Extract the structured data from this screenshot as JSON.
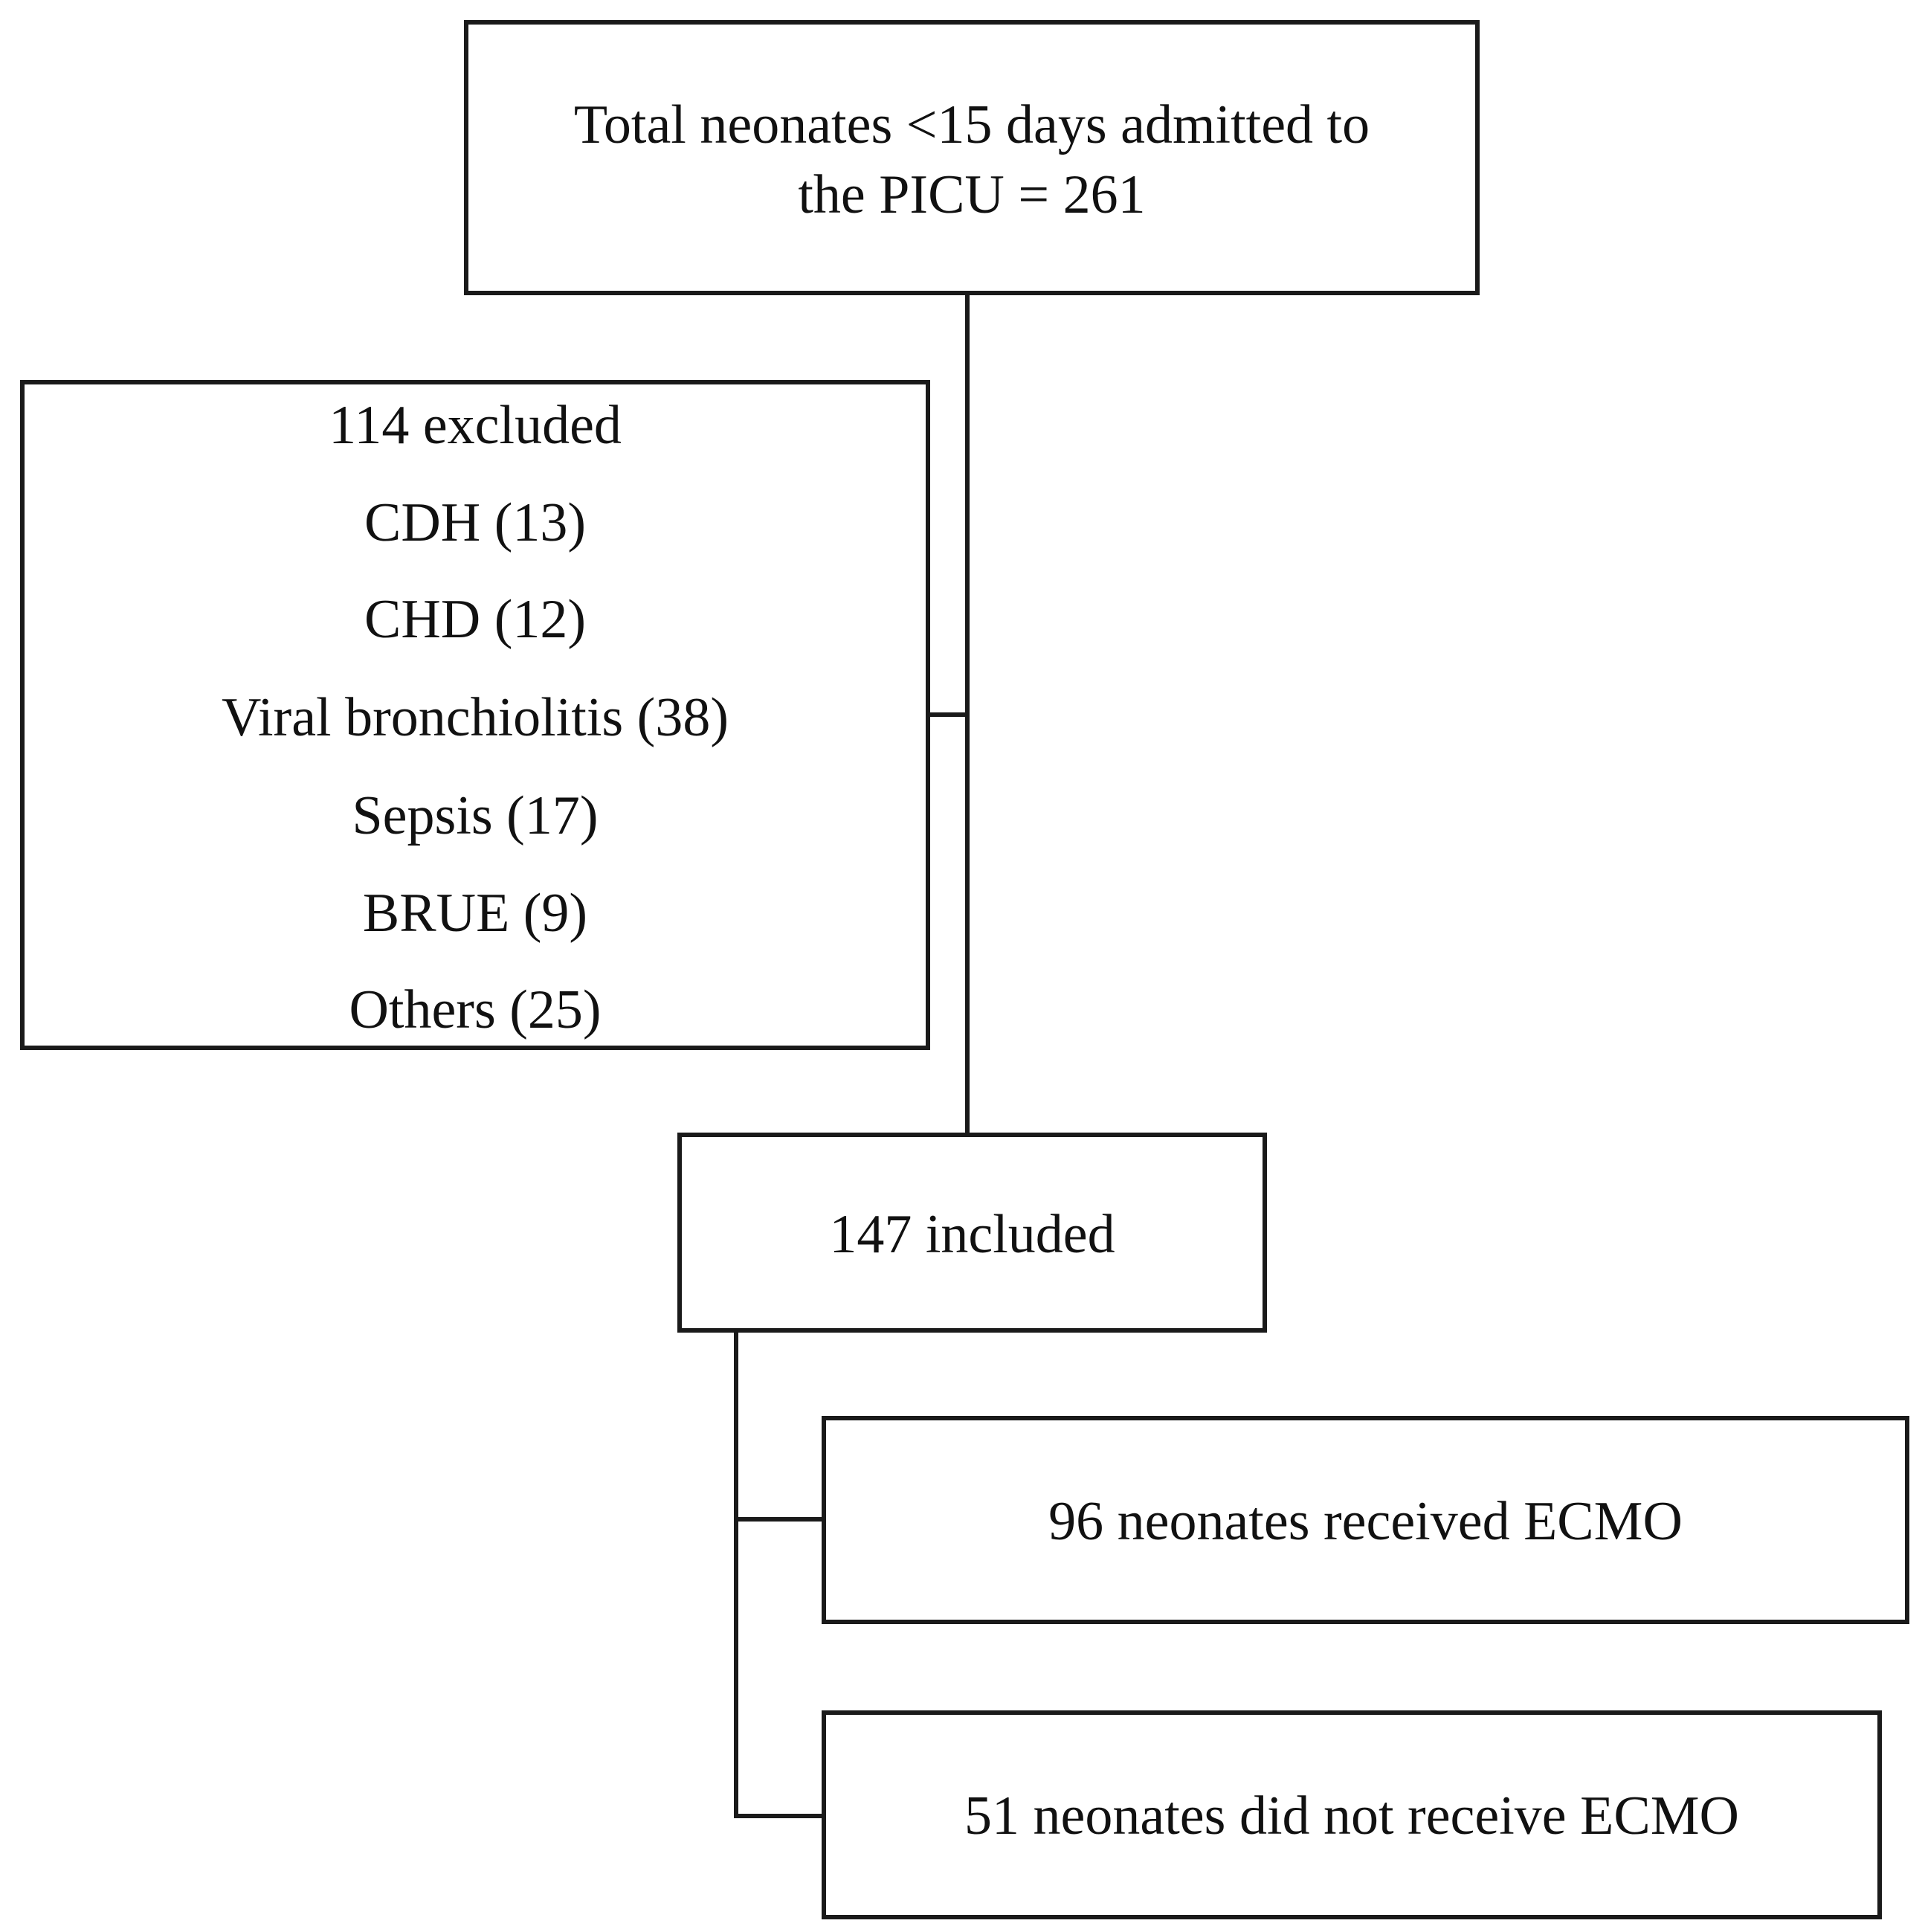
{
  "flowchart": {
    "total": {
      "line1": "Total neonates <15 days admitted to",
      "line2": "the PICU = 261"
    },
    "excluded": {
      "header": "114 excluded",
      "reasons": [
        "CDH (13)",
        "CHD (12)",
        "Viral bronchiolitis (38)",
        "Sepsis (17)",
        "BRUE (9)",
        "Others (25)"
      ]
    },
    "included": "147 included",
    "ecmo": "96 neonates received ECMO",
    "no_ecmo": "51 neonates did not receive ECMO"
  }
}
